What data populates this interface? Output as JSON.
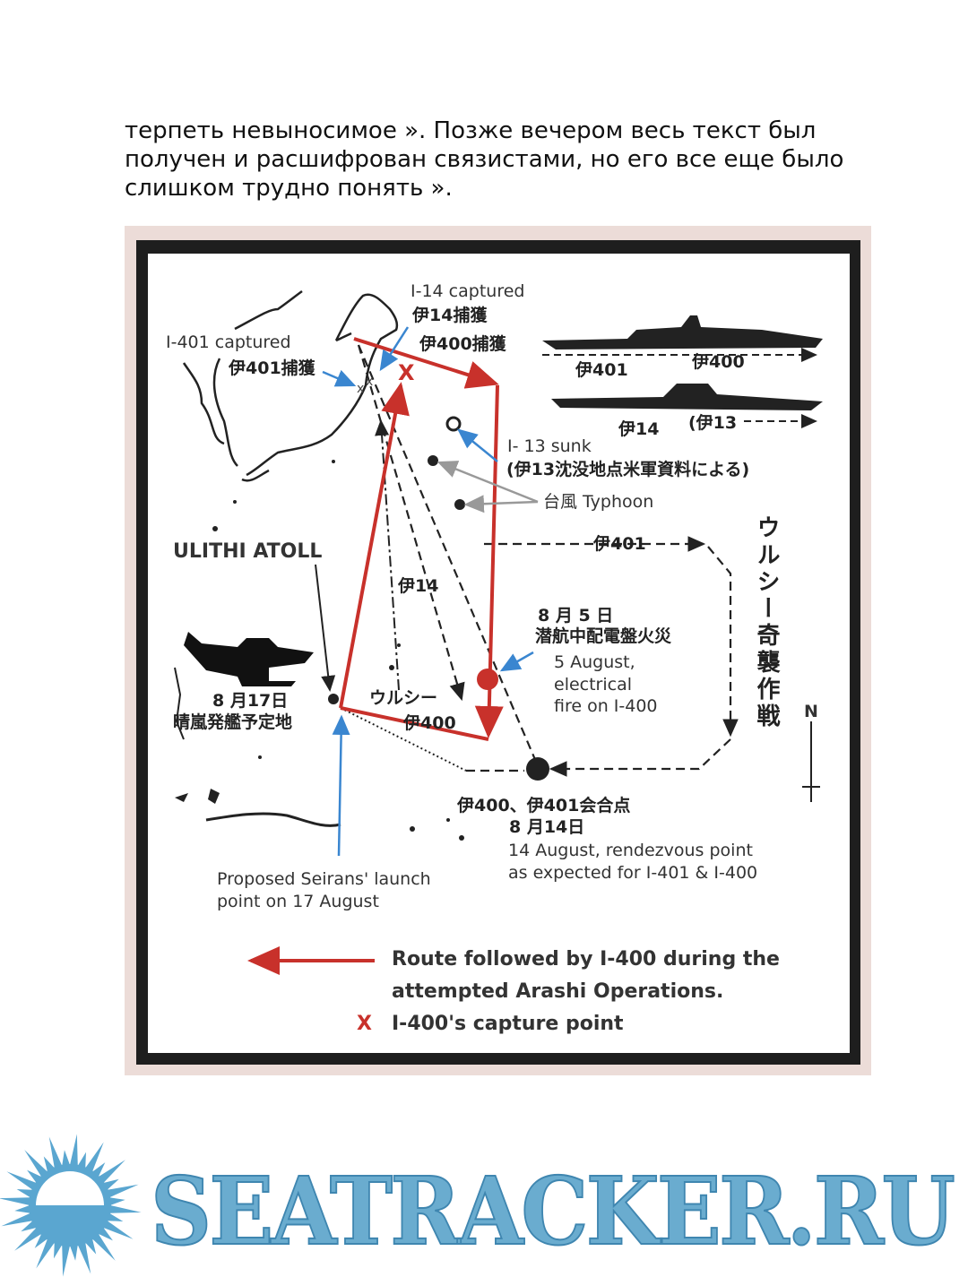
{
  "paragraph": {
    "lines": [
      "терпеть невыносимое ». Позже вечером весь текст был",
      "получен и расшифрован связистами, но его все еще было",
      "слишком трудно понять »."
    ]
  },
  "map": {
    "labels": {
      "i14_captured": "I-14 captured",
      "i14_captured_jp": "伊14捕獲",
      "i400_captured_jp": "伊400捕獲",
      "i401_captured": "I-401 captured",
      "i401_captured_jp": "伊401捕獲",
      "ship_i401": "伊401",
      "ship_i400": "伊400",
      "ship_i14": "伊14",
      "ship_i13": "(伊13",
      "i13_sunk": "I- 13 sunk",
      "i13_sunk_jp": "(伊13沈没地点米軍資料による)",
      "typhoon": "台風 Typhoon",
      "route_i401": "伊401",
      "ulithi_atoll": "ULITHI ATOLL",
      "route_i14": "伊14",
      "aug5_jp_date": "8 月 5 日",
      "aug5_jp": "潜航中配電盤火災",
      "aug5_line1": "5 August,",
      "aug5_line2": "electrical",
      "aug5_line3": "fire on I-400",
      "operation_vertical": "ウルシー奇襲作戦",
      "north": "N",
      "aug17_jp_date": "8 月17日",
      "aug17_jp": "晴嵐発艦予定地",
      "ulithi_jp": "ウルシー",
      "route_i400": "伊400",
      "rendezvous_jp": "伊400、伊401会合点",
      "rendezvous_jp_date": "8 月14日",
      "rendezvous_line1": "14 August, rendezvous point",
      "rendezvous_line2": "as expected for I-401 & I-400",
      "launch_line1": "Proposed Seirans' launch",
      "launch_line2": "point on 17 August"
    },
    "legend": {
      "route_line1": "Route followed by I-400 during the",
      "route_line2": "attempted Arashi Operations.",
      "capture_marker": "X",
      "capture": "I-400's capture point"
    },
    "colors": {
      "route": "#c8312b",
      "pointer": "#3a86d0",
      "typhoon": "#999999"
    }
  },
  "logo": {
    "text": "SEATRACKER.RU"
  }
}
